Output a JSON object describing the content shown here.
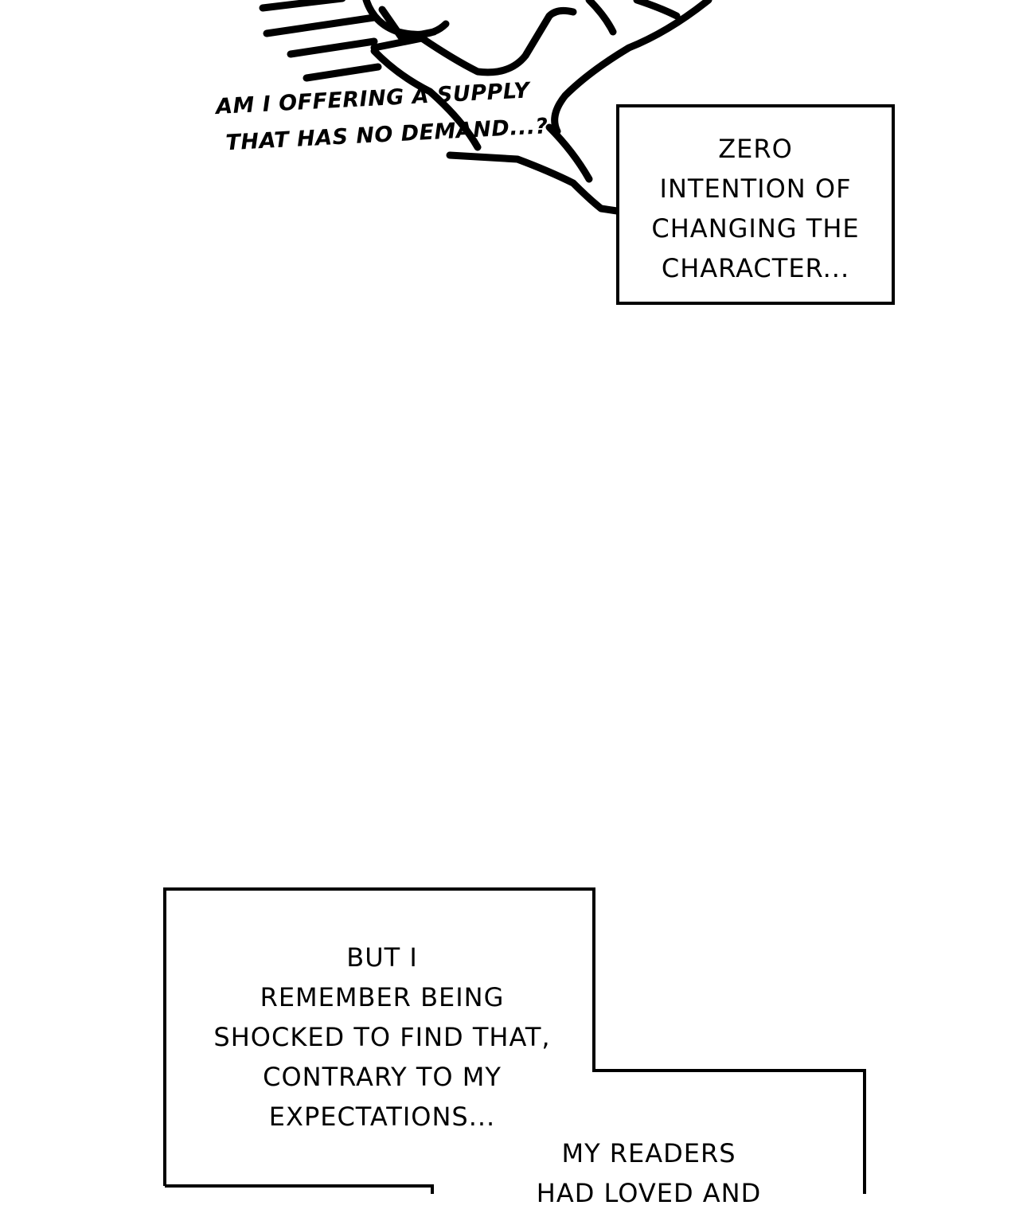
{
  "thought_bubble": {
    "lines": [
      "AM I OFFERING A SUPPLY",
      "THAT HAS NO DEMAND...?"
    ]
  },
  "caption_top": {
    "lines": [
      "ZERO",
      "INTENTION OF",
      "CHANGING THE",
      "CHARACTER..."
    ]
  },
  "caption_bottom_left": {
    "lines": [
      "BUT I",
      "REMEMBER BEING",
      "SHOCKED TO FIND THAT,",
      "CONTRARY TO MY",
      "EXPECTATIONS..."
    ]
  },
  "caption_bottom_right": {
    "lines": [
      "MY READERS",
      "HAD LOVED AND"
    ]
  },
  "colors": {
    "ink": "#000000",
    "paper": "#ffffff"
  }
}
